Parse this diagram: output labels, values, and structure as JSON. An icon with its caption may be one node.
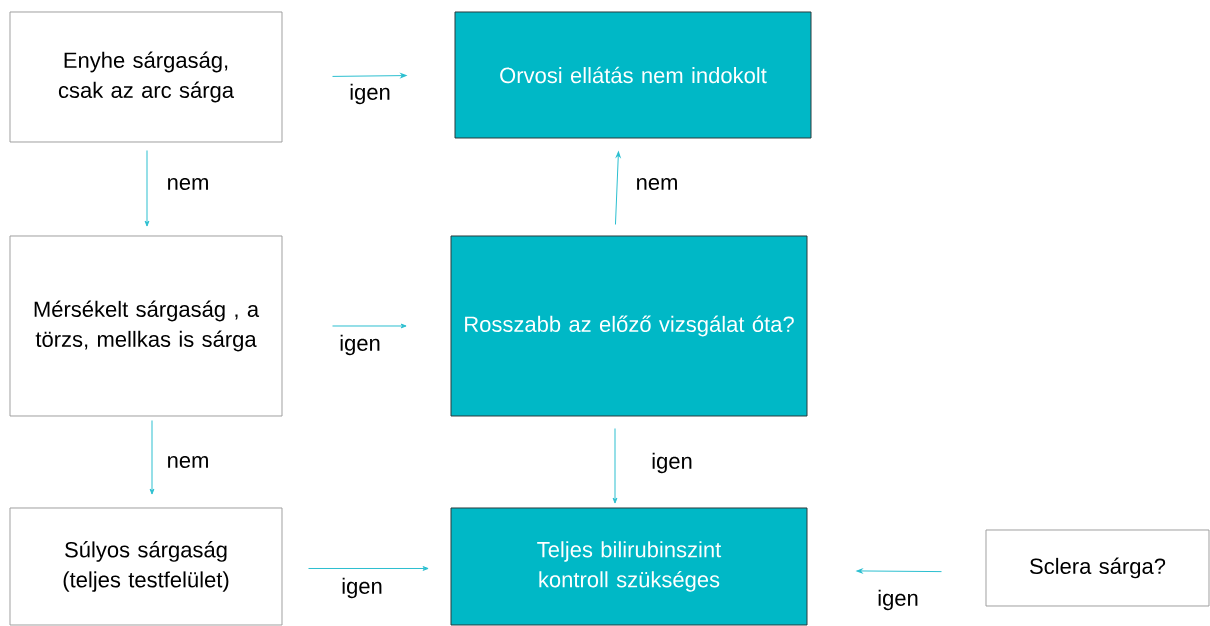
{
  "diagram": {
    "nodes": [
      {
        "text": [
          "Enyhe sárgaság, csak az arc sárga"
        ]
      },
      {
        "text": [
          "Orvosi ellátás nem indokolt"
        ]
      },
      {
        "text": [
          "Mérsékelt sárgaság , a törzs, mellkas is sárga"
        ]
      },
      {
        "text": [
          "Rosszabb az előző vizsgálat óta?"
        ]
      },
      {
        "text": [
          "Súlyos sárgaság (teljes testfelület)"
        ]
      },
      {
        "text": [
          "Teljes bilirubinszint kontroll szükséges"
        ]
      },
      {
        "text": [
          "Sclera sárga?"
        ]
      }
    ],
    "edges": [
      {
        "from": 0,
        "to": 1,
        "arrow": "to",
        "label": "igen"
      },
      {
        "from": 0,
        "to": 2,
        "arrow": "to",
        "label": "nem"
      },
      {
        "from": 2,
        "to": 3,
        "arrow": "to",
        "label": "igen"
      },
      {
        "from": 2,
        "to": 4,
        "arrow": "to",
        "label": "nem"
      },
      {
        "from": 3,
        "to": 1,
        "arrow": "to",
        "label": "nem"
      },
      {
        "from": 3,
        "to": 5,
        "arrow": "to",
        "label": "igen"
      },
      {
        "from": 4,
        "to": 5,
        "arrow": "to",
        "label": "igen"
      },
      {
        "from": 6,
        "to": 5,
        "arrow": "to",
        "label": "igen"
      }
    ]
  }
}
